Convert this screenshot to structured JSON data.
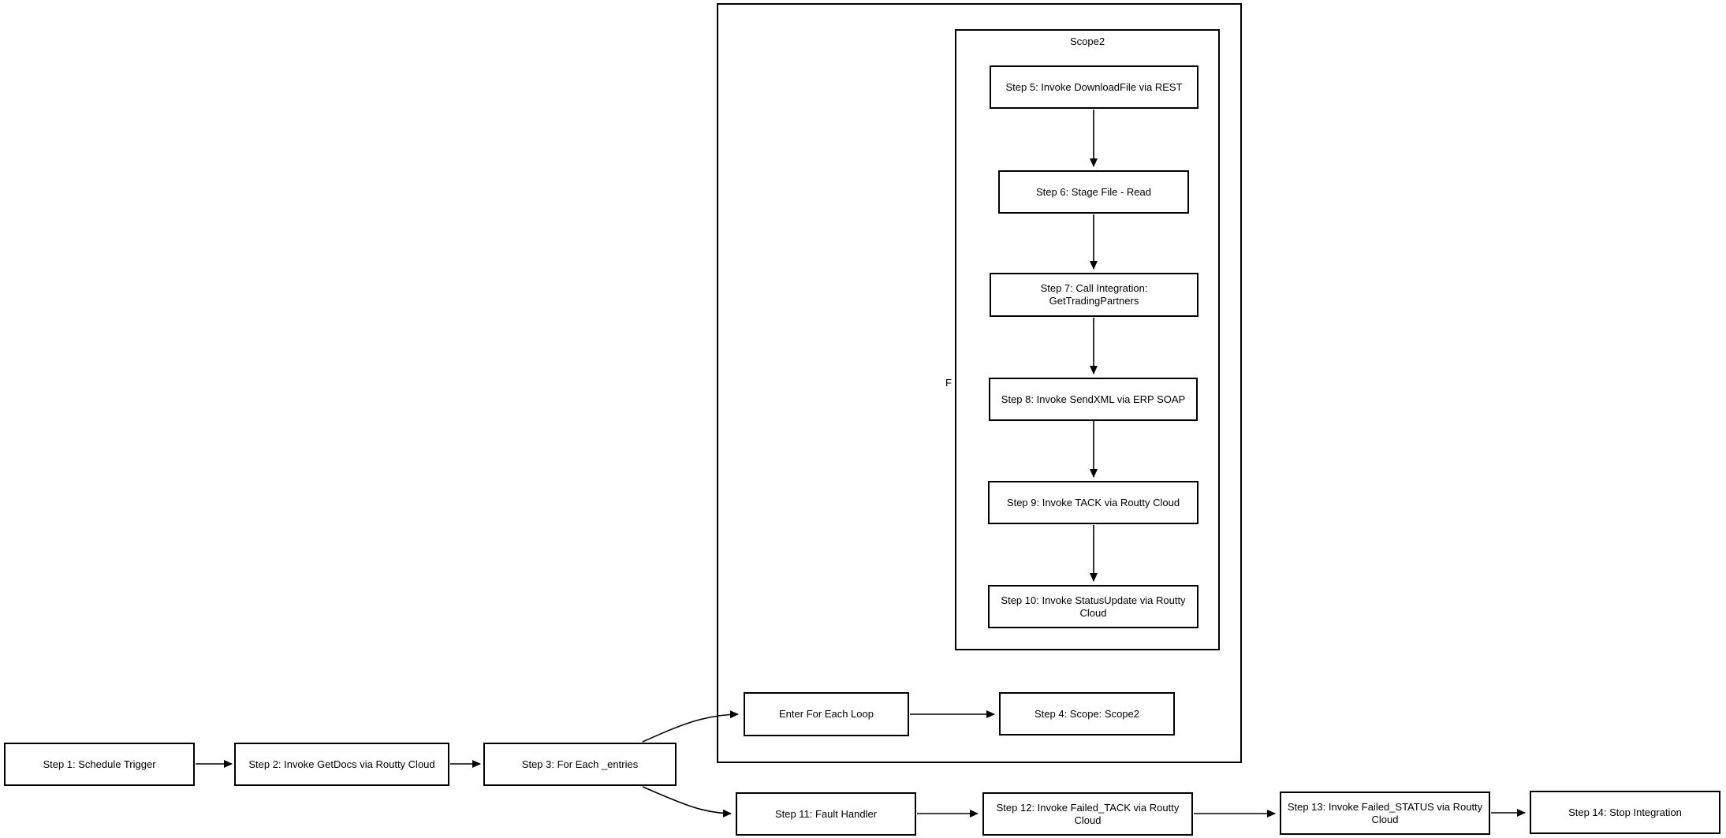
{
  "diagram": {
    "background_color": "#ffffff",
    "node_fill": "#ffffff",
    "node_border_color": "#000000",
    "edge_color": "#000000",
    "outer_scope": {
      "visible_label_fragment": "F"
    },
    "inner_scope": {
      "label": "Scope2"
    },
    "nodes": [
      {
        "id": "step1",
        "label": "Step 1: Schedule Trigger"
      },
      {
        "id": "step2",
        "label": "Step 2: Invoke GetDocs via Routty Cloud"
      },
      {
        "id": "step3",
        "label": "Step 3: For Each _entries"
      },
      {
        "id": "enter_loop",
        "label": "Enter For Each Loop"
      },
      {
        "id": "step4",
        "label": "Step 4: Scope: Scope2"
      },
      {
        "id": "step5",
        "label": "Step 5: Invoke DownloadFile via REST"
      },
      {
        "id": "step6",
        "label": "Step 6: Stage File - Read"
      },
      {
        "id": "step7",
        "label": "Step 7: Call Integration: GetTradingPartners"
      },
      {
        "id": "step8",
        "label": "Step 8: Invoke SendXML via ERP SOAP"
      },
      {
        "id": "step9",
        "label": "Step 9: Invoke TACK via Routty Cloud"
      },
      {
        "id": "step10",
        "label": "Step 10: Invoke StatusUpdate via Routty Cloud"
      },
      {
        "id": "step11",
        "label": "Step 11: Fault Handler"
      },
      {
        "id": "step12",
        "label": "Step 12: Invoke Failed_TACK via Routty Cloud"
      },
      {
        "id": "step13",
        "label": "Step 13: Invoke Failed_STATUS via Routty Cloud"
      },
      {
        "id": "step14",
        "label": "Step 14: Stop Integration"
      }
    ],
    "edges": [
      {
        "from": "step1",
        "to": "step2"
      },
      {
        "from": "step2",
        "to": "step3"
      },
      {
        "from": "step3",
        "to": "enter_loop"
      },
      {
        "from": "step3",
        "to": "step11"
      },
      {
        "from": "enter_loop",
        "to": "step4"
      },
      {
        "from": "step5",
        "to": "step6"
      },
      {
        "from": "step6",
        "to": "step7"
      },
      {
        "from": "step7",
        "to": "step8"
      },
      {
        "from": "step8",
        "to": "step9"
      },
      {
        "from": "step9",
        "to": "step10"
      },
      {
        "from": "step11",
        "to": "step12"
      },
      {
        "from": "step12",
        "to": "step13"
      },
      {
        "from": "step13",
        "to": "step14"
      }
    ]
  }
}
